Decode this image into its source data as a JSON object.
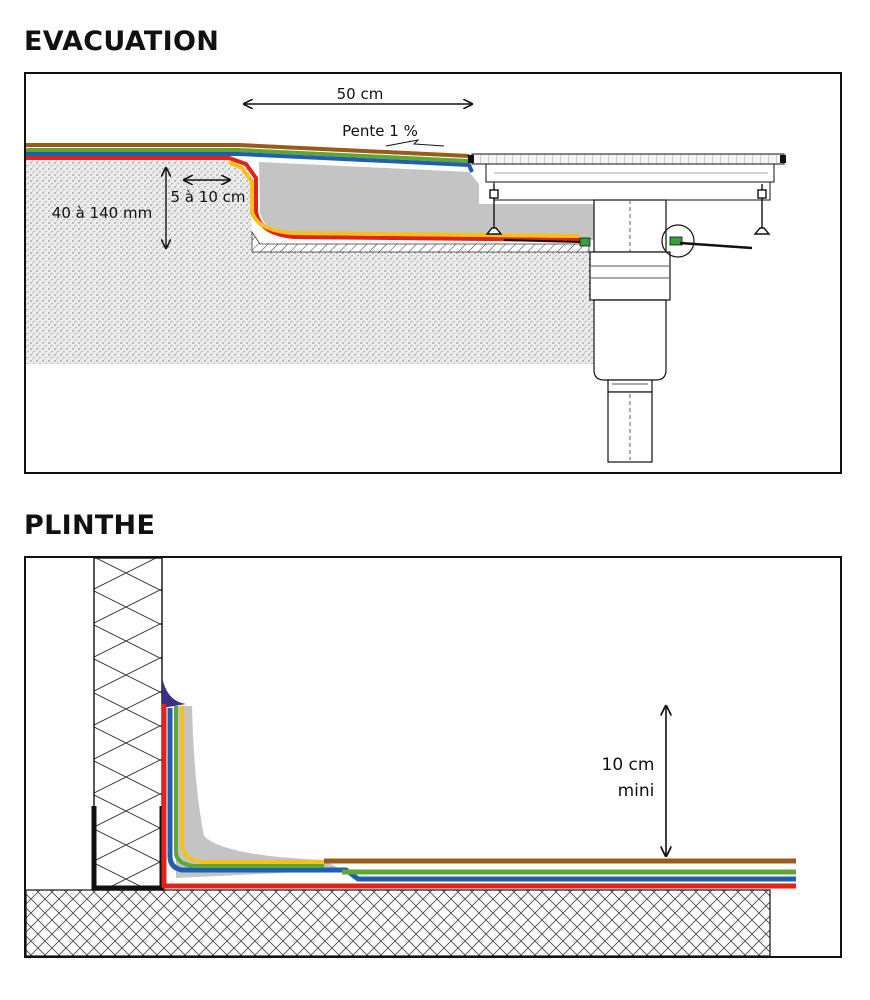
{
  "sections": {
    "evacuation": {
      "title": "EVACUATION",
      "labels": {
        "width": "50 cm",
        "slope": "Pente 1 %",
        "height": "40 à 140 mm",
        "offset": "5 à 10 cm"
      }
    },
    "plinthe": {
      "title": "PLINTHE",
      "labels": {
        "height_line1": "10 cm",
        "height_line2": "mini"
      }
    }
  },
  "colors": {
    "brown": "#9a5a1a",
    "green": "#5fa634",
    "blue": "#1f5fb0",
    "red": "#e2231a",
    "yellow": "#f7c01e",
    "purple": "#3c2f86",
    "mortar": "#c4c4c4",
    "black": "#111111"
  }
}
